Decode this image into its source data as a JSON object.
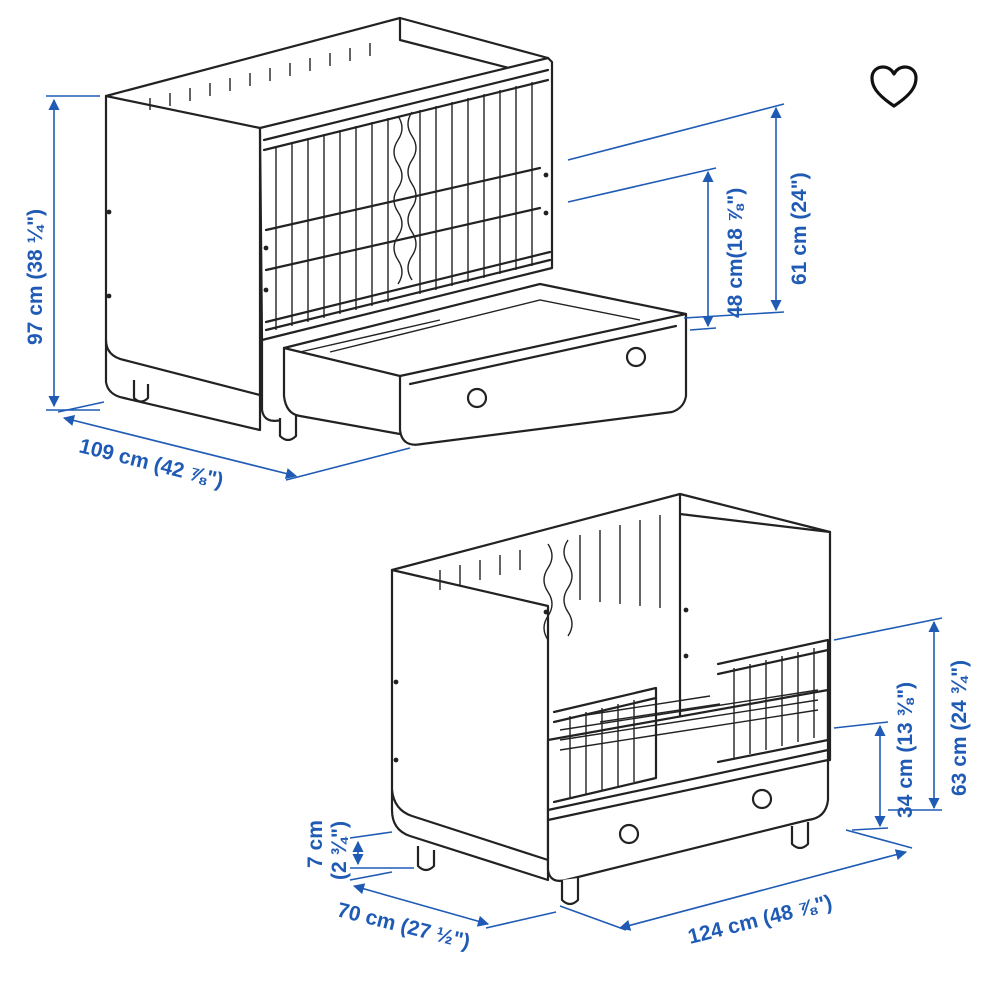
{
  "colors": {
    "dimension": "#1f5bb5",
    "line": "#222222",
    "background": "#ffffff"
  },
  "favorite": {
    "icon": "heart-outline-icon"
  },
  "dimensions": {
    "crib_height": "97 cm (38 ¼\")",
    "crib_length": "109 cm (42 ⅞\")",
    "drawer_depth_48": "48 cm(18 ⅞\")",
    "height_61": "61 cm (24\")",
    "bed_height_7": "7 cm",
    "bed_height_7_in": "(2 ¾\")",
    "bed_width_70": "70 cm (27 ½\")",
    "bed_length_124": "124 cm (48 ⅞\")",
    "bed_height_34": "34 cm (13 ⅜\")",
    "bed_height_63": "63 cm (24 ¾\")"
  }
}
